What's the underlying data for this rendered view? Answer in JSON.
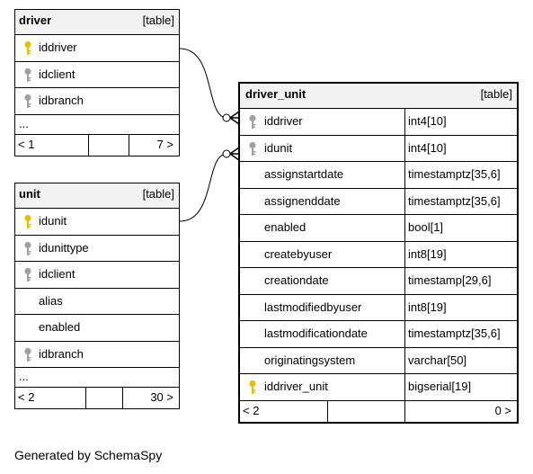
{
  "tables": {
    "driver": {
      "name": "driver",
      "kind": "[table]",
      "columns": [
        {
          "name": "iddriver",
          "key": "primary"
        },
        {
          "name": "idclient",
          "key": "foreign"
        },
        {
          "name": "idbranch",
          "key": "foreign"
        }
      ],
      "more": "...",
      "footer": {
        "left": "< 1",
        "right": "7 >"
      }
    },
    "unit": {
      "name": "unit",
      "kind": "[table]",
      "columns": [
        {
          "name": "idunit",
          "key": "primary"
        },
        {
          "name": "idunittype",
          "key": "foreign"
        },
        {
          "name": "idclient",
          "key": "foreign"
        },
        {
          "name": "alias",
          "key": "none"
        },
        {
          "name": "enabled",
          "key": "none"
        },
        {
          "name": "idbranch",
          "key": "foreign"
        }
      ],
      "more": "...",
      "footer": {
        "left": "< 2",
        "right": "30 >"
      }
    },
    "driver_unit": {
      "name": "driver_unit",
      "kind": "[table]",
      "columns": [
        {
          "name": "iddriver",
          "type": "int4[10]",
          "key": "foreign"
        },
        {
          "name": "idunit",
          "type": "int4[10]",
          "key": "foreign"
        },
        {
          "name": "assignstartdate",
          "type": "timestamptz[35,6]",
          "key": "none"
        },
        {
          "name": "assignenddate",
          "type": "timestamptz[35,6]",
          "key": "none"
        },
        {
          "name": "enabled",
          "type": "bool[1]",
          "key": "none"
        },
        {
          "name": "createbyuser",
          "type": "int8[19]",
          "key": "none"
        },
        {
          "name": "creationdate",
          "type": "timestamp[29,6]",
          "key": "none"
        },
        {
          "name": "lastmodifiedbyuser",
          "type": "int8[19]",
          "key": "none"
        },
        {
          "name": "lastmodificationdate",
          "type": "timestamptz[35,6]",
          "key": "none"
        },
        {
          "name": "originatingsystem",
          "type": "varchar[50]",
          "key": "none"
        },
        {
          "name": "iddriver_unit",
          "type": "bigserial[19]",
          "key": "primary"
        }
      ],
      "footer": {
        "left": "< 2",
        "right": "0 >"
      }
    }
  },
  "colors": {
    "primary_key": "#e6c000",
    "foreign_key": "#a0a0a0",
    "header_bg": "#f2f2f2"
  },
  "credit": "Generated by SchemaSpy"
}
